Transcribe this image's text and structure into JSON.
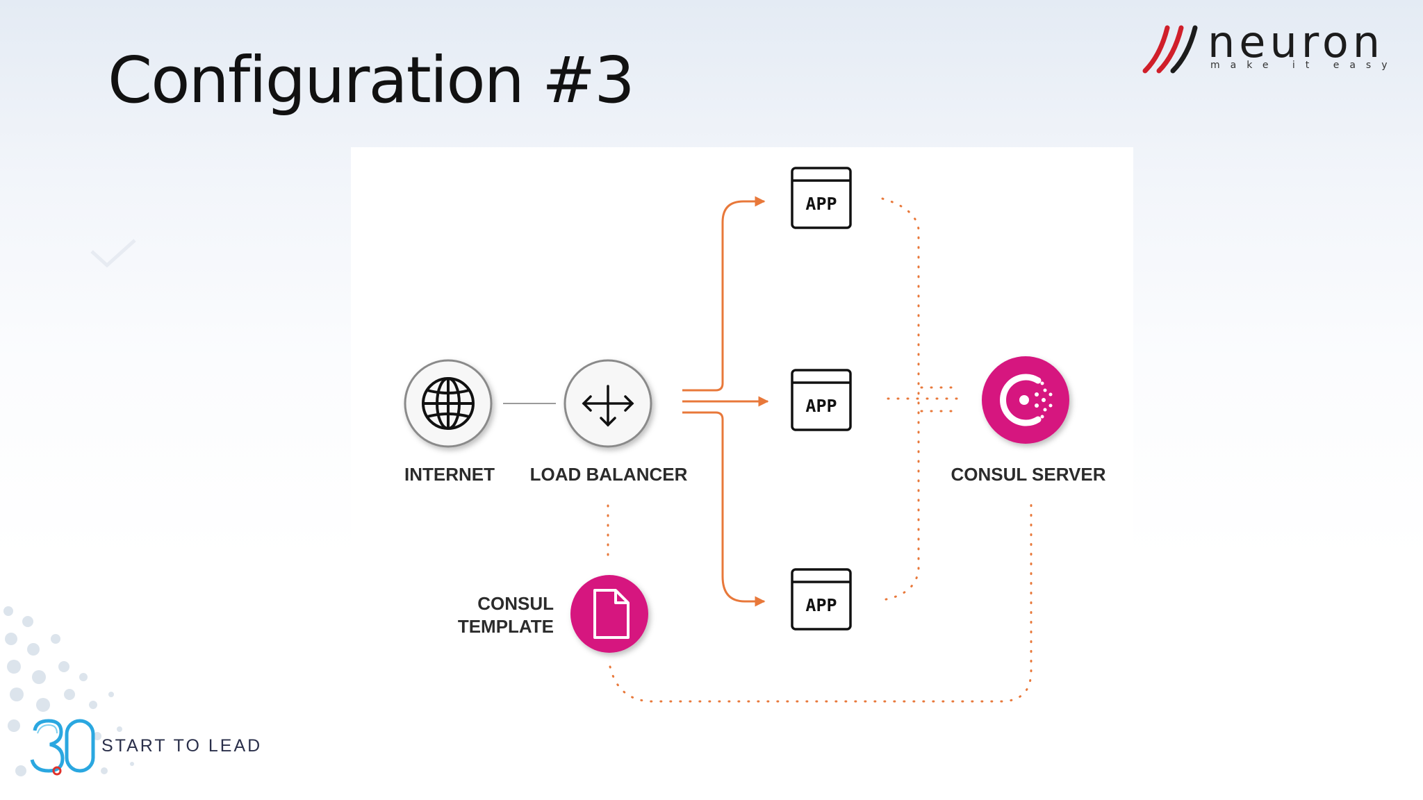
{
  "slide": {
    "title": "Configuration #3"
  },
  "logo": {
    "name": "neuron",
    "tagline": "make it easy",
    "accent_color": "#d01f2a"
  },
  "diagram": {
    "nodes": {
      "internet": {
        "label": "INTERNET",
        "icon": "globe-icon"
      },
      "load_balancer": {
        "label": "LOAD BALANCER",
        "icon": "four-way-arrows-icon"
      },
      "app_top": {
        "label": "APP"
      },
      "app_middle": {
        "label": "APP"
      },
      "app_bottom": {
        "label": "APP"
      },
      "consul_server": {
        "label": "CONSUL SERVER",
        "icon": "consul-logo-icon"
      },
      "consul_template": {
        "label_line1": "CONSUL",
        "label_line2": "TEMPLATE",
        "icon": "document-icon"
      }
    },
    "colors": {
      "arrow": "#e8783a",
      "dotted": "#e8783a",
      "consul_magenta": "#d6177f",
      "label": "#2b2b2b"
    }
  },
  "footer": {
    "badge_number": "30",
    "text": "START TO LEAD"
  }
}
